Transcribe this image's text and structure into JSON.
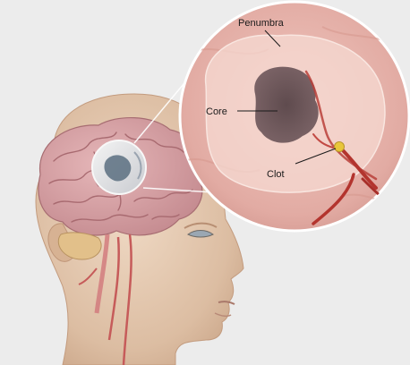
{
  "labels": {
    "penumbra": "Penumbra",
    "core": "Core",
    "clot": "Clot"
  },
  "colors": {
    "background": "#ececec",
    "skin": "#e3c7ad",
    "skin_shadow": "#c9a68a",
    "brain": "#d9a5a8",
    "brain_dark": "#b97b80",
    "zoom_tissue": "#e8b6ae",
    "penumbra": "#f2d0c8",
    "core": "#6f5a5c",
    "artery": "#b3342e",
    "clot": "#e8c63a"
  },
  "icons": {
    "clot_marker": "clot-dot-icon"
  }
}
